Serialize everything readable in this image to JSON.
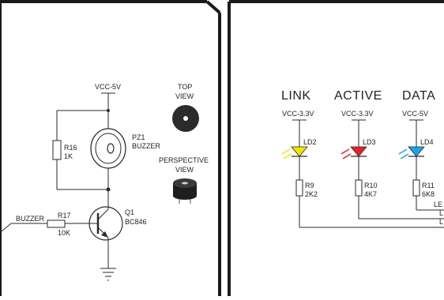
{
  "buzzer_circuit": {
    "supply": "VCC-5V",
    "top_view_line1": "TOP",
    "top_view_line2": "VIEW",
    "perspective_line1": "PERSPECTIVE",
    "perspective_line2": "VIEW",
    "buzzer_ref": "PZ1",
    "buzzer_name": "BUZZER",
    "r16_ref": "R16",
    "r16_value": "1K",
    "q1_ref": "Q1",
    "q1_part": "BC846",
    "r17_ref": "R17",
    "r17_value": "10K",
    "net_label": "BUZZER"
  },
  "led_circuit": {
    "leds": [
      {
        "title": "LINK",
        "supply": "VCC-3.3V",
        "led_ref": "LD2",
        "res_ref": "R9",
        "res_value": "2K2",
        "color": "#f2e600"
      },
      {
        "title": "ACTIVE",
        "supply": "VCC-3.3V",
        "led_ref": "LD3",
        "res_ref": "R10",
        "res_value": "4K7",
        "color": "#e8202a"
      },
      {
        "title": "DATA",
        "supply": "VCC-5V",
        "led_ref": "LD4",
        "res_ref": "R11",
        "res_value": "6K8",
        "color": "#1aa3e8"
      }
    ],
    "net_labels": [
      "LE",
      "L",
      "L"
    ]
  }
}
